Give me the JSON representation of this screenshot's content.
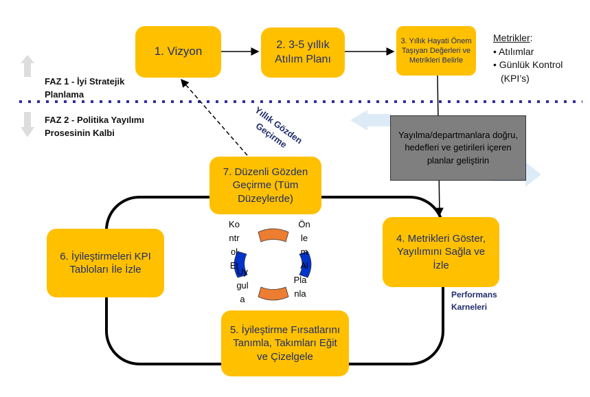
{
  "phases": {
    "phase1": "FAZ 1 - İyi Stratejik Planlama",
    "phase2": "FAZ 2 - Politika Yayılımı Prosesinin Kalbi"
  },
  "steps": {
    "s1": "1. Vizyon",
    "s2": "2. 3-5 yıllık Atılım Planı",
    "s3": "3. Yıllık Hayati Önem Taşıyan Değerleri ve Metrikleri Belirle",
    "s4": "4. Metrikleri Göster, Yayılımını Sağla ve İzle",
    "s5": "5. İyileştirme Fırsatlarını Tanımla, Takımları Eğit ve Çizelgele",
    "s6": "6. İyileştirmeleri KPI Tabloları İle İzle",
    "s7": "7. Düzenli Gözden Geçirme (Tüm Düzeylerde)"
  },
  "metrics": {
    "title": "Metrikler",
    "items": [
      "Atılımlar",
      "Günlük Kontrol (KPI’s)"
    ]
  },
  "deploy_box": "Yayılma/departmanlara doğru, hedefleri ve getirileri içeren planlar geliştirin",
  "annual_review": "Yıllık Gözden Geçirme",
  "scorecards": "Performans Karneleri",
  "pdca": {
    "check": "Ko ntr ol Et",
    "act": "Ön le m Al",
    "do": "Uy gul a",
    "plan": "Pla nla"
  },
  "colors": {
    "box": "#FFC000",
    "text": "#1F2D6B",
    "dots": "#2E2E9E",
    "cycle_orange": "#ED7D31",
    "cycle_blue": "#0033CC"
  }
}
